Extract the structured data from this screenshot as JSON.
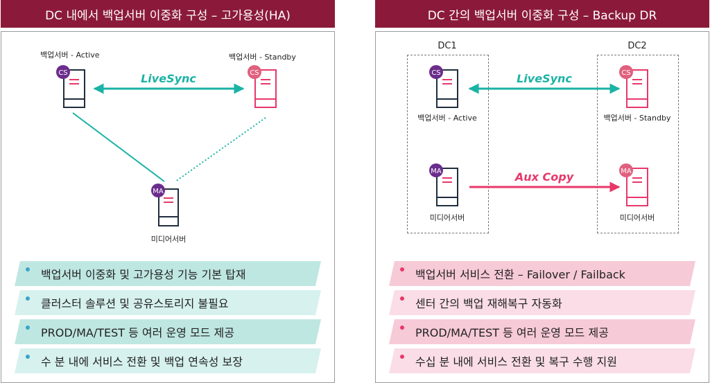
{
  "left": {
    "title": "DC 내에서 백업서버 이중화 구성 – 고가용성(HA)",
    "active_label": "백업서버 - Active",
    "standby_label": "백업서버 - Standby",
    "media_label": "미디어서버",
    "link_label": "LiveSync",
    "cs_badge": "CS",
    "ma_badge": "MA",
    "features": [
      "백업서버 이중화 및 고가용성 기능 기본 탑재",
      "클러스터 솔루션 및 공유스토리지 불필요",
      "PROD/MA/TEST 등 여러 운영 모드 제공",
      "수 분 내에 서비스 전환 및 백업 연속성 보장"
    ]
  },
  "right": {
    "title": "DC 간의 백업서버 이중화 구성 – Backup DR",
    "dc1": "DC1",
    "dc2": "DC2",
    "active_label": "백업서버 - Active",
    "standby_label": "백업서버 - Standby",
    "media_label": "미디어서버",
    "link_label": "LiveSync",
    "aux_label": "Aux Copy",
    "cs_badge": "CS",
    "ma_badge": "MA",
    "features": [
      "백업서버 서비스 전환 – Failover / Failback",
      "센터 간의 백업 재해복구 자동화",
      "PROD/MA/TEST 등 여러 운영 모드 제공",
      "수십 분 내에 서비스 전환 및 복구 수행 지원"
    ]
  },
  "colors": {
    "header": "#8b1a3a",
    "teal": "#1bb3a5",
    "pink": "#e8376a",
    "navy": "#1f2d3d",
    "purple": "#6b2d8c",
    "teal_band": "#d6f1ee",
    "pink_band": "#fadde6"
  }
}
